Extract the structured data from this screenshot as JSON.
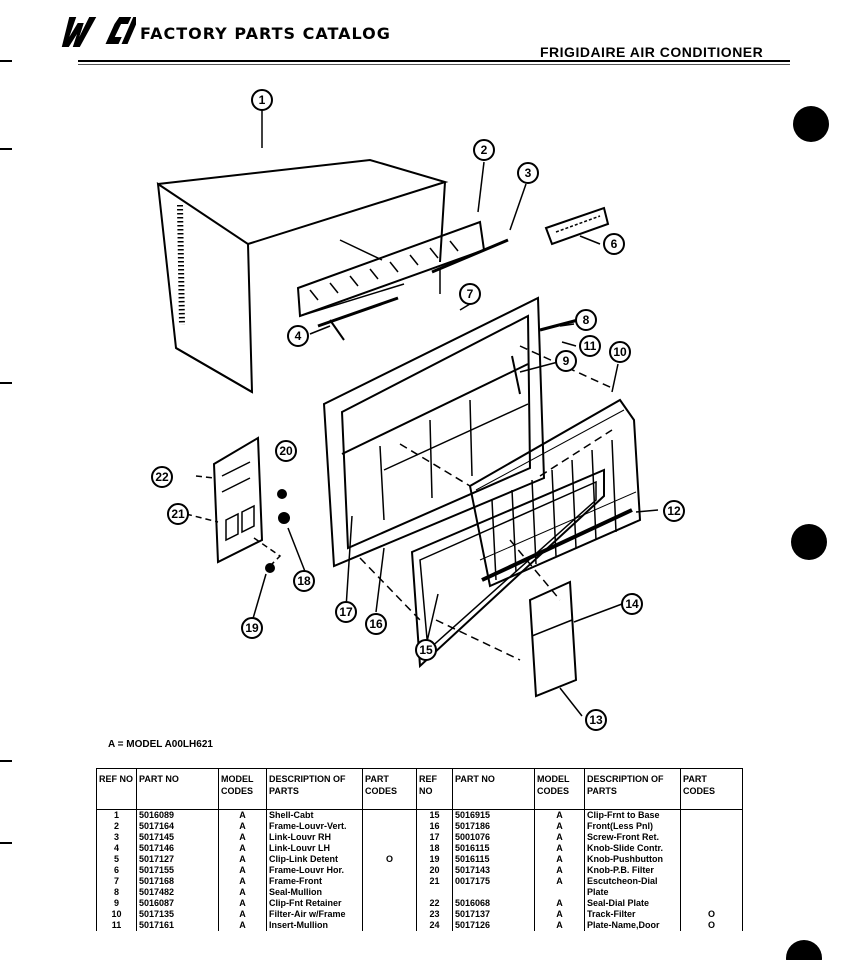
{
  "header": {
    "logo_text": "WCI",
    "catalog_title": "FACTORY PARTS CATALOG",
    "brand": "FRIGIDAIRE AIR CONDITIONER"
  },
  "diagram": {
    "callouts": [
      "1",
      "2",
      "3",
      "4",
      "6",
      "7",
      "8",
      "9",
      "10",
      "11",
      "12",
      "13",
      "14",
      "15",
      "16",
      "17",
      "18",
      "19",
      "20",
      "21",
      "22"
    ]
  },
  "model_note": "A = MODEL A00LH621",
  "table": {
    "headers": {
      "ref": "REF NO",
      "part": "PART NO",
      "model": "MODEL CODES",
      "desc": "DESCRIPTION OF PARTS",
      "codes": "PART CODES"
    },
    "left_rows": [
      {
        "ref": "1",
        "part": "5016089",
        "model": "A",
        "desc": "Shell-Cabt",
        "code": ""
      },
      {
        "ref": "2",
        "part": "5017164",
        "model": "A",
        "desc": "Frame-Louvr-Vert.",
        "code": ""
      },
      {
        "ref": "3",
        "part": "5017145",
        "model": "A",
        "desc": "Link-Louvr RH",
        "code": ""
      },
      {
        "ref": "4",
        "part": "5017146",
        "model": "A",
        "desc": "Link-Louvr LH",
        "code": ""
      },
      {
        "ref": "5",
        "part": "5017127",
        "model": "A",
        "desc": "Clip-Link Detent",
        "code": "O"
      },
      {
        "ref": "6",
        "part": "5017155",
        "model": "A",
        "desc": "Frame-Louvr Hor.",
        "code": ""
      },
      {
        "ref": "7",
        "part": "5017168",
        "model": "A",
        "desc": "Frame-Front",
        "code": ""
      },
      {
        "ref": "8",
        "part": "5017482",
        "model": "A",
        "desc": "Seal-Mullion",
        "code": ""
      },
      {
        "ref": "9",
        "part": "5016087",
        "model": "A",
        "desc": "Clip-Fnt Retainer",
        "code": ""
      },
      {
        "ref": "10",
        "part": "5017135",
        "model": "A",
        "desc": "Filter-Air w/Frame",
        "code": ""
      },
      {
        "ref": "11",
        "part": "5017161",
        "model": "A",
        "desc": "Insert-Mullion",
        "code": ""
      }
    ],
    "right_rows": [
      {
        "ref": "15",
        "part": "5016915",
        "model": "A",
        "desc": "Clip-Frnt to Base",
        "code": ""
      },
      {
        "ref": "16",
        "part": "5017186",
        "model": "A",
        "desc": "Front(Less Pnl)",
        "code": ""
      },
      {
        "ref": "17",
        "part": "5001076",
        "model": "A",
        "desc": "Screw-Front Ret.",
        "code": ""
      },
      {
        "ref": "18",
        "part": "5016115",
        "model": "A",
        "desc": "Knob-Slide Contr.",
        "code": ""
      },
      {
        "ref": "19",
        "part": "5016115",
        "model": "A",
        "desc": "Knob-Pushbutton",
        "code": ""
      },
      {
        "ref": "20",
        "part": "5017143",
        "model": "A",
        "desc": "Knob-P.B. Filter",
        "code": ""
      },
      {
        "ref": "21",
        "part": "0017175",
        "model": "A",
        "desc": "Escutcheon-Dial",
        "code": ""
      },
      {
        "ref": "",
        "part": "",
        "model": "",
        "desc": "Plate",
        "code": ""
      },
      {
        "ref": "22",
        "part": "5016068",
        "model": "A",
        "desc": "Seal-Dial Plate",
        "code": ""
      },
      {
        "ref": "23",
        "part": "5017137",
        "model": "A",
        "desc": "Track-Filter",
        "code": "O"
      },
      {
        "ref": "24",
        "part": "5017126",
        "model": "A",
        "desc": "Plate-Name,Door",
        "code": "O"
      }
    ]
  }
}
